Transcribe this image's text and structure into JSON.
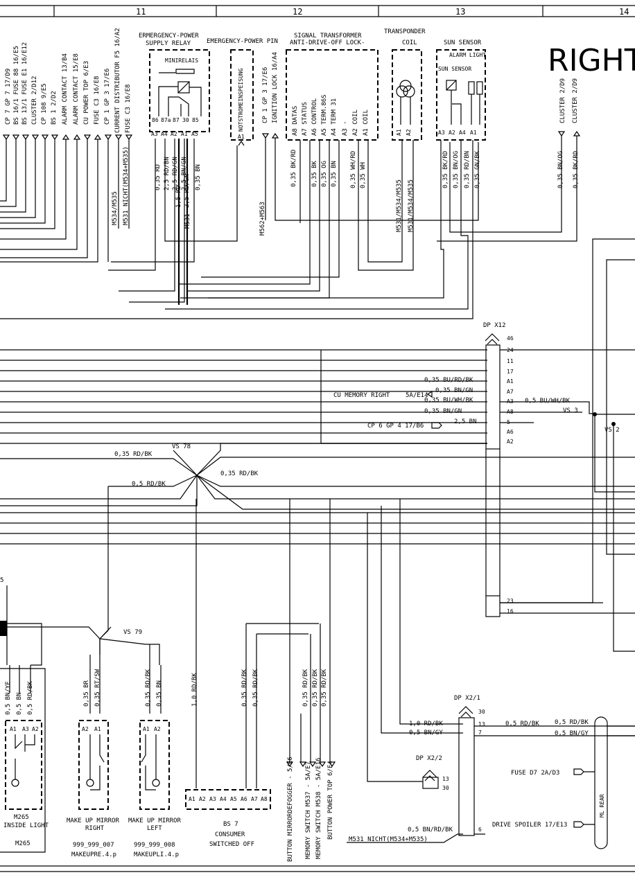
{
  "grid": {
    "columns": [
      "11",
      "12",
      "13",
      "14"
    ]
  },
  "title": "RIGHT",
  "left_connectors": [
    "CP 7 GP 7 17/D9",
    "BS 16/1 FUSE 88 16/E5",
    "BS 13/1 FUSE E1 16/E12",
    "CLUSTER 2/D12",
    "CP 108 9/E5",
    "BS 1 2/D2",
    "ALARM CONTACT 13/B4",
    "ALARM CONTACT 15/E8",
    "CU POWER TOP 6/E3",
    "FUSE C3 16/E8",
    "CP 1 GP 3 17/E6",
    "CURRENT DISTRIBUTOR F5 16/A2",
    "FUSE C3 16/E8"
  ],
  "components": {
    "relay": {
      "title1": "ERMERGENCY-POWER",
      "title2": "SUPPLY RELAY",
      "inner": "MINIRELAIS",
      "pins": [
        "86",
        "87a",
        "87",
        "30",
        "85"
      ],
      "connectors": [
        "A3",
        "A4",
        "A2",
        "A1",
        "A5"
      ]
    },
    "pin": {
      "title": "EMERGENCY-POWER PIN",
      "inner": "NOTSTROMEINSPEISUNG",
      "pin": "A1"
    },
    "transformer": {
      "title1": "SIGNAL TRANSFORMER",
      "title2": "ANTI-DRIVE-OFF LOCK-",
      "pins": [
        "A8 DATAS",
        "A7 STATUS",
        "A6 CONTROL",
        "A5 TERM.86S",
        "A4 TERM 31",
        "A3 -",
        "A2 COIL",
        "A1 COIL"
      ]
    },
    "transponder": {
      "title1": "TRANSPONDER",
      "title2": "COIL",
      "pins": [
        "A1",
        "A2"
      ]
    },
    "sun_sensor": {
      "title": "SUN SENSOR",
      "alarm": "ALARM LIGHT",
      "sensor": "SUN SENSOR",
      "pins": [
        "A3",
        "A2",
        "A4",
        "A1"
      ]
    }
  },
  "top_wires": {
    "relay": [
      "0,35 RD",
      "2,5 RD/BN",
      "2,5 RD/GN",
      "1,5 RD",
      "2,5 BN/GN",
      "2,5 RD/GN",
      "0,35 BN"
    ],
    "m_labels": [
      "M534/M535",
      "M531 NICHT(M534+M535)",
      "M531"
    ],
    "ign_conn": "CP 1 GP 3 17/E6",
    "ign_lock": "IGNITION LOCK 16/A4",
    "m562": "M562+M563",
    "transformer": [
      "0,35 BK/RD",
      "0,35 BK",
      "0,35 OG",
      "0,35 BN",
      "0,35 WH/RD",
      "0,35 WH"
    ],
    "transponder": [
      "M531/M534/M535",
      "M531/M534/M535"
    ],
    "sun": [
      "0,35 BK/RD",
      "0,35 BN/OG",
      "0,35 RD/BN",
      "0,35 GN/BK"
    ],
    "cluster": [
      "CLUSTER 2/D9",
      "CLUSTER 2/D9"
    ],
    "cluster_wires": [
      "0,35 BN/OG",
      "0,35 BK/RD"
    ]
  },
  "dp_x12": {
    "label": "DP X12",
    "pins": [
      "46",
      "24",
      "11",
      "17",
      "A1",
      "A7",
      "A3",
      "A8",
      "5",
      "A6",
      "A2"
    ],
    "bottom_pins": [
      "23",
      "16"
    ],
    "wires": [
      "0,35 BU/RD/BK",
      "0,35 BN/GN",
      "0,35 BU/WH/BK",
      "0,35 BN/GN",
      "2,5 BN"
    ],
    "cu_memory": "CU MEMORY RIGHT",
    "cu_memory_ref": "5A/E14",
    "cp6": "CP 6 GP 4 17/B6",
    "right_wire": "0,5 BU/WH/BK",
    "vs3": "VS 3",
    "vs2": "VS 2"
  },
  "splices": {
    "vs78": "VS 78",
    "vs79": "VS 79",
    "w1": "0,35 RD/BK",
    "w2": "0,5 RD/BK",
    "w3": "0,35 RD/BK"
  },
  "bottom_wires": {
    "inside": [
      "0,5 BN/YE",
      "0,5 BN",
      "0,5 RD/BK"
    ],
    "mirror_r": [
      "0,35 BR",
      "0,35 RT/SW"
    ],
    "mirror_l": [
      "0,35 RD/BK",
      "0,35 BN"
    ],
    "mid": [
      "1,0 RD/BK"
    ],
    "bs7": [
      "0,35 RD/BK",
      "0,35 RD/BK"
    ],
    "switches": [
      "0,35 RD/BK",
      "0,35 RD/BK",
      "0,35 RD/BK"
    ]
  },
  "bottom_components": {
    "inside": {
      "pins": [
        "A1",
        "A3",
        "A2"
      ],
      "label1": "M265",
      "label2": "INSIDE LIGHT",
      "ref": "M265"
    },
    "mirror_r": {
      "pins": [
        "A2",
        "A1"
      ],
      "label1": "MAKE UP MIRROR",
      "label2": "RIGHT",
      "ref1": "999_999_007",
      "ref2": "MAKEUPRE.4.p"
    },
    "mirror_l": {
      "pins": [
        "A1",
        "A2"
      ],
      "label1": "MAKE UP MIRROR",
      "label2": "LEFT",
      "ref1": "999_999_008",
      "ref2": "MAKEUPLI.4.p"
    },
    "bs7": {
      "pins": [
        "A1",
        "A2",
        "A3",
        "A4",
        "A5",
        "A6",
        "A7",
        "A8"
      ],
      "label1": "BS 7",
      "label2": "CONSUMER",
      "label3": "SWITCHED OFF"
    },
    "vertical": [
      "BUTTON MIRRORDEFOGGER - 5/E6",
      "MEMORY SWITCH M537 - 5A/E7",
      "MEMORY SWITCH M538 - 5A/E16",
      "BUTTON POWER TOP 6/E4"
    ]
  },
  "dp_x2_1": {
    "label": "DP X2/1",
    "pins": [
      "30",
      "13",
      "7",
      "6"
    ],
    "wires_left": [
      "1,0 RD/BK",
      "0,5 BN/GY",
      "0,5 BN/RD/BK"
    ],
    "wires_right": [
      "0,5 RD/BK",
      "0,5 RD/BK",
      "0,5 BN/GY"
    ],
    "m531": "M531 NICHT(M534+M535)"
  },
  "dp_x2_2": {
    "label": "DP X2/2",
    "pins": [
      "13",
      "30"
    ]
  },
  "right_conn": {
    "fuse": "FUSE D7  2A/D3",
    "spoiler": "DRIVE SPOILER 17/E13",
    "ml_rear": "ML REAR"
  },
  "left_marker": "5"
}
